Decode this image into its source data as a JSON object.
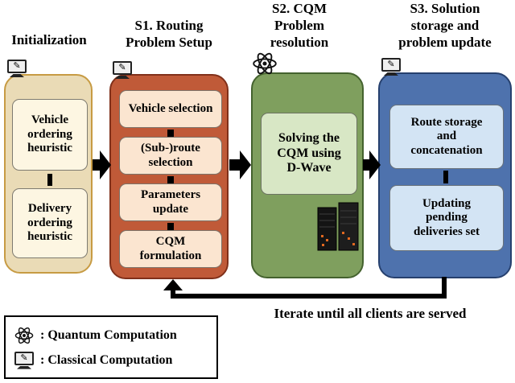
{
  "stages": [
    {
      "title": "Initialization",
      "compute": "classical",
      "steps": [
        "Vehicle ordering heuristic",
        "Delivery ordering heuristic"
      ]
    },
    {
      "title": "S1. Routing Problem Setup",
      "compute": "classical",
      "steps": [
        "Vehicle selection",
        "(Sub-)route selection",
        "Parameters update",
        "CQM formulation"
      ]
    },
    {
      "title": "S2. CQM Problem resolution",
      "compute": "quantum",
      "steps": [
        "Solving the CQM using D-Wave"
      ]
    },
    {
      "title": "S3. Solution storage and problem update",
      "compute": "classical",
      "steps": [
        "Route storage and concatenation",
        "Updating pending deliveries set"
      ]
    }
  ],
  "iterate_label": "Iterate until all clients are served",
  "legend": {
    "quantum": ": Quantum Computation",
    "classical": ": Classical Computation"
  },
  "icons": {
    "classical_computer_glyph": "✎"
  },
  "colors": {
    "stage1_bg": "#eadbb6",
    "stage1_border": "#c79b43",
    "stage1_box": "#fdf6e2",
    "stage2_bg": "#c05a38",
    "stage2_border": "#80301a",
    "stage2_box": "#fbe5d0",
    "stage3_bg": "#7f9f5e",
    "stage3_border": "#44622e",
    "stage3_box": "#d8e7c5",
    "stage4_bg": "#4e72ad",
    "stage4_border": "#26406e",
    "stage4_box": "#d3e4f4",
    "ink": "#000000"
  }
}
